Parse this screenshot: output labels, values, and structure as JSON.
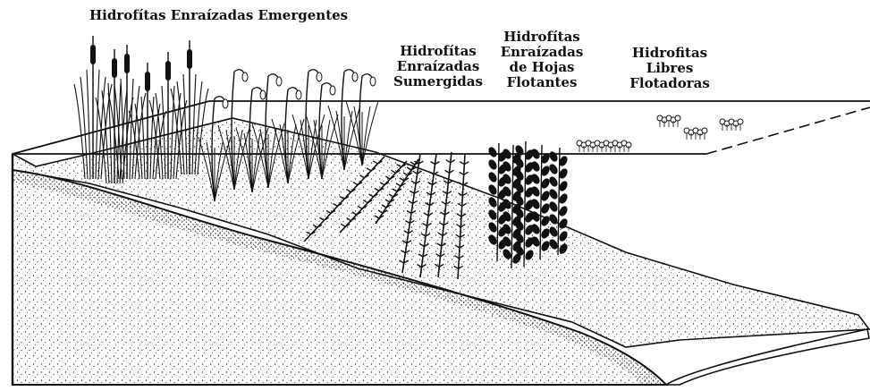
{
  "labels": {
    "emergentes": "Hidrofítas Enraízadas Emergentes",
    "sumergidas": [
      "Hidrofítas",
      "Enraízadas",
      "Sumergidas"
    ],
    "hojas_flotantes": [
      "Hidrofítas",
      "Enraízadas",
      "de Hojas",
      "Flotantes"
    ],
    "libres": [
      "Hidrofitas",
      "Libres",
      "Flotadoras"
    ]
  },
  "colors": {
    "ink": "#111111",
    "background": "#ffffff",
    "sand_dots": "#333333"
  }
}
